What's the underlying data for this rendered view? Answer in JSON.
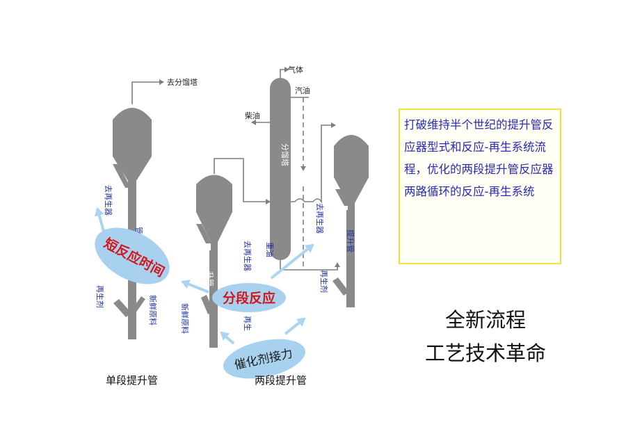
{
  "labels": {
    "to_fractionator": "去分馏塔",
    "gas": "气体",
    "gasoline": "汽油",
    "diesel": "柴油",
    "fractionator": "分馏塔",
    "heavy_oil": "重油",
    "to_regenerator": "去再生器",
    "regen_catalyst": "再生剂",
    "fresh_feed": "新鲜原料",
    "riser": "提升管",
    "riser_short": "管",
    "riser_partial": "升管",
    "regen_partial": "再生"
  },
  "bubbles": {
    "short_time": "短反应时间",
    "staged": "分段反应",
    "relay": "催化剂接力"
  },
  "captions": {
    "single": "单段提升管",
    "double": "两段提升管"
  },
  "note": "打破维持半个世纪的提升管反应器型式和反应-再生系统流程，优化的两段提升管反应器两路循环的反应-再生系统",
  "headline": {
    "line1": "全新流程",
    "line2": "工艺技术革命"
  },
  "colors": {
    "equipment": "#8a8a8a",
    "pipe": "#7f7f7f",
    "bubble": "#a8d1ef",
    "arrow": "#a9d4f2",
    "red_text": "#d4161a",
    "blue_text": "#1f2fa0",
    "note_border": "#f3e33a"
  }
}
